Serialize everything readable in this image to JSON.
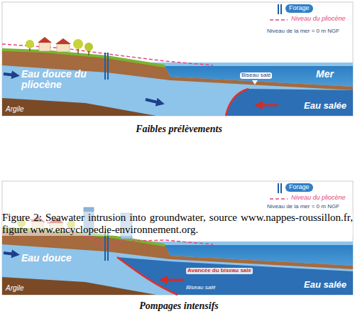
{
  "diagram": {
    "caption": "Figure 2: Seawater intrusion into groundwater, source www.nappes-roussillon.fr, figure www.encyclopedie-environnement.org.",
    "labels": [
      "Niveau de la mer = 0 m NGF",
      "Eau douce du pliocène",
      "Mer",
      "Biseau salé",
      "Eau salée",
      "Argile",
      "Faibles prélèvements",
      "Niveau de la mer = 0 m NGF",
      "Eau douce",
      "Avancée du biseau salé",
      "Biseau salé",
      "Eau salée",
      "Argile",
      "Pompages intensifs"
    ],
    "legend": [
      {
        "text": "Forage"
      },
      {
        "text": "Niveau du pliocène"
      },
      {
        "text": "Forage"
      },
      {
        "text": "Niveau du pliocène"
      }
    ]
  }
}
